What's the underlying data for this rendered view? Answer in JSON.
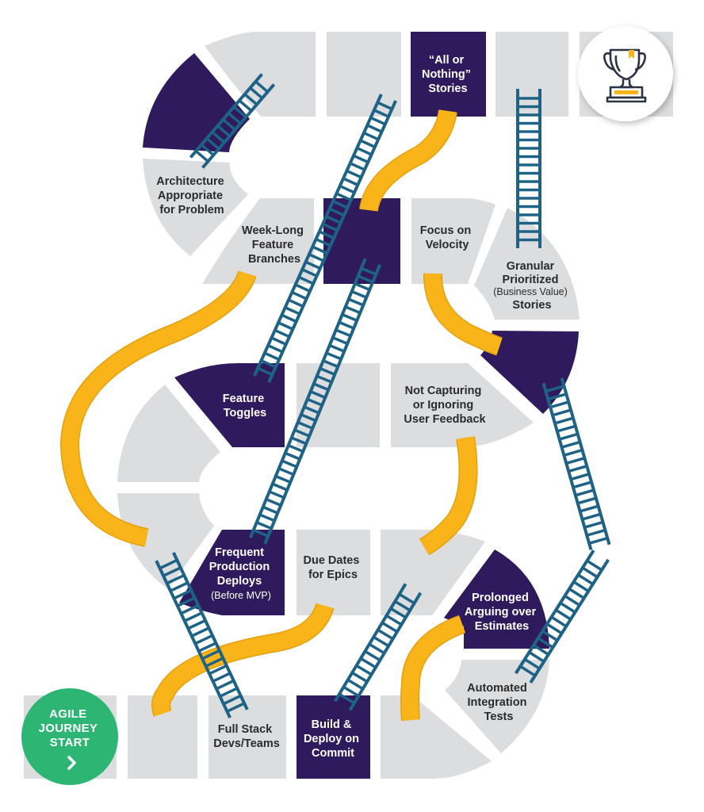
{
  "colors": {
    "tile_light": "#dcdddf",
    "tile_dark": "#2e1a5c",
    "slide": "#f8b419",
    "ladder": "#1e6286",
    "start": "#2db673",
    "trophy_accent": "#f8b419",
    "trophy_outline": "#2b3344"
  },
  "start": {
    "lines": [
      "AGILE",
      "JOURNEY",
      "START"
    ],
    "icon": "chevron-right-icon"
  },
  "finish": {
    "icon": "trophy-icon"
  },
  "tiles": {
    "full_stack": [
      "Full Stack",
      "Devs/Teams"
    ],
    "build_deploy": [
      "Build &",
      "Deploy on",
      "Commit"
    ],
    "automated_tests": [
      "Automated",
      "Integration",
      "Tests"
    ],
    "prolonged_arguing": [
      "Prolonged",
      "Arguing over",
      "Estimates"
    ],
    "due_dates": [
      "Due Dates",
      "for Epics"
    ],
    "frequent_deploys": [
      "Frequent",
      "Production",
      "Deploys"
    ],
    "frequent_deploys_sub": "(Before MVP)",
    "feature_toggles": [
      "Feature",
      "Toggles"
    ],
    "not_capturing": [
      "Not Capturing",
      "or Ignoring",
      "User Feedback"
    ],
    "week_long": [
      "Week-Long",
      "Feature",
      "Branches"
    ],
    "focus_velocity": [
      "Focus on",
      "Velocity"
    ],
    "granular": [
      "Granular",
      "Prioritized"
    ],
    "granular_sub": "(Business Value)",
    "granular_last": "Stories",
    "architecture": [
      "Architecture",
      "Appropriate",
      "for Problem"
    ],
    "all_or_nothing": [
      "“All or",
      "Nothing”",
      "Stories"
    ]
  }
}
